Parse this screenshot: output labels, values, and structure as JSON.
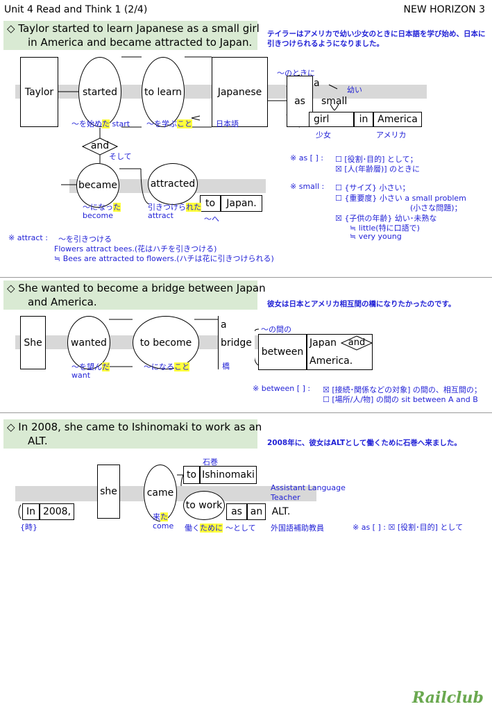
{
  "header": {
    "left": "Unit 4 Read and Think 1 (2/4)",
    "right": "NEW HORIZON 3"
  },
  "s1": {
    "en1": "◇ Taylor started to learn Japanese as a small girl",
    "en2": "in America and became attracted to Japan.",
    "jp1": "テイラーはアメリカで幼い少女のときに日本語を学び始め、日本に",
    "jp2": "引きつけられるようになりました。",
    "w_taylor": "Taylor",
    "w_started": "started",
    "w_tolearn": "to learn",
    "w_japanese": "Japanese",
    "w_as": "as",
    "w_a": "a",
    "w_small": "small",
    "w_girl": "girl",
    "w_in": "in",
    "w_america": "America",
    "w_and": "and",
    "w_became": "became",
    "w_attracted": "attracted",
    "w_to": "to",
    "w_japan": "Japan.",
    "g_notokini": "〜のときに",
    "g_osanai": "幼い",
    "g_started_pre": "〜を始め",
    "g_started_hl": "た",
    "g_start": "start",
    "g_learn_pre": "〜を学ぶ",
    "g_learn_hl": "こと",
    "g_nihongo": "日本語",
    "g_shojo": "少女",
    "g_amerika": "アメリカ",
    "g_soshite": "そして",
    "g_became_pre": "〜になっ",
    "g_became_hl": "た",
    "g_become": "become",
    "g_attr_pre": "引きつけら",
    "g_attr_hl": "れた",
    "g_attract": "attract",
    "g_he": "〜へ",
    "n_as_h": "※ as [ ] :",
    "n_as1": "☐ [役割･目的] として；",
    "n_as2": "☒ [人(年齢層)] のときに",
    "n_sm_h": "※ small :",
    "n_sm1": "☐ {サイズ} 小さい；",
    "n_sm2": "☐ {重要度} 小さい a small problem",
    "n_sm3": "(小さな問題)；",
    "n_sm4": "☒ {子供の年齢} 幼い･未熟な",
    "n_sm5": "≒ little(特に口語で)",
    "n_sm6": "≒ very young",
    "n_at_h": "※ attract :",
    "n_at1": "〜を引きつける",
    "n_at2": "Flowers attract bees.(花はハチを引きつける)",
    "n_at3": "≒ Bees are attracted to flowers.(ハチは花に引きつけられる)"
  },
  "s2": {
    "en1": "◇ She wanted to become a bridge between Japan",
    "en2": "and America.",
    "jp": "彼女は日本とアメリカ相互間の橋になりたかったのです。",
    "w_she": "She",
    "w_wanted": "wanted",
    "w_tobecome": "to become",
    "w_a": "a",
    "w_bridge": "bridge",
    "w_between": "between",
    "w_japan": "Japan",
    "w_and": "and",
    "w_america": "America.",
    "g_nokanno": "〜の間の",
    "g_wanted_pre": "〜を望ん",
    "g_wanted_hl": "だ",
    "g_want": "want",
    "g_become_pre": "〜になる",
    "g_become_hl": "こと",
    "g_hashi": "橋",
    "n_h": "※ between [ ] :",
    "n1": "☒ [接続･関係などの対象] の間の、相互間の；",
    "n2": "☐ [場所/人/物] の間の sit between A and B"
  },
  "s3": {
    "en1": "◇ In 2008, she came to Ishinomaki to work as an",
    "en2": "ALT.",
    "jp": "2008年に、彼女はALTとして働くために石巻へ来ました。",
    "w_she": "she",
    "w_came": "came",
    "w_to": "to",
    "w_ishinomaki": "Ishinomaki",
    "w_towork": "to work",
    "w_as": "as",
    "w_an": "an",
    "w_alt": "ALT.",
    "w_in": "In",
    "w_2008": "2008,",
    "g_ishinomaki": "石巻",
    "g_alt1": "Assistant Language",
    "g_alt2": "Teacher",
    "g_toki": "{時}",
    "g_came_pre": "来",
    "g_came_hl": "た",
    "g_come": "come",
    "g_work_pre": "働く",
    "g_work_hl": "ために",
    "g_toshite": "〜として",
    "g_gaikokugo": "外国語補助教員",
    "n": "※ as [ ] : ☒ [役割･目的] として"
  },
  "footer": {
    "logo": "Railclub"
  }
}
